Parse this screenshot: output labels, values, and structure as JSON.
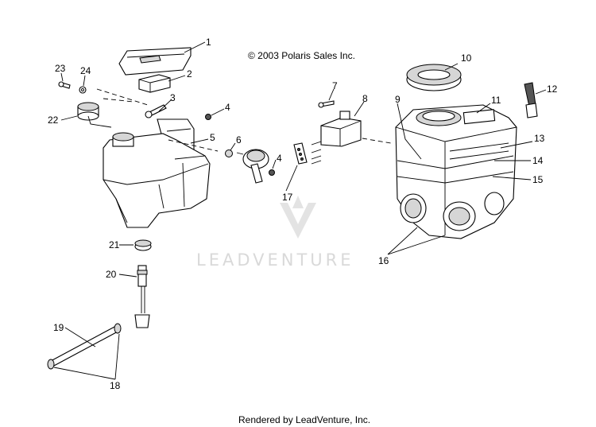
{
  "copyright": "© 2003 Polaris Sales Inc.",
  "watermark": "LEADVENTURE",
  "footer": "Rendered by LeadVenture, Inc.",
  "callouts": [
    "1",
    "2",
    "3",
    "4",
    "4",
    "5",
    "6",
    "7",
    "8",
    "9",
    "10",
    "11",
    "12",
    "13",
    "14",
    "15",
    "16",
    "17",
    "18",
    "19",
    "20",
    "21",
    "22",
    "23",
    "24"
  ]
}
